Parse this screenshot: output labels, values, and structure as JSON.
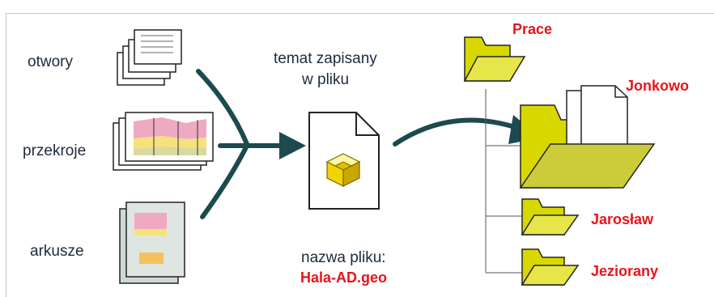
{
  "inputs": {
    "otwory": "otwory",
    "przekroje": "przekroje",
    "arkusze": "arkusze"
  },
  "file": {
    "caption": "temat zapisany\nw pliku",
    "caption_line1": "temat zapisany",
    "caption_line2": "w pliku",
    "name_label": "nazwa pliku:",
    "name_value": "Hala-AD.geo"
  },
  "folders": {
    "root": "Prace",
    "items": [
      "Jonkowo",
      "Jarosław",
      "Jeziorany"
    ]
  },
  "colors": {
    "arrow": "#1c4a4e",
    "folder_fill": "#d8d800",
    "folder_tab": "#e6e64a",
    "label_red": "#e8141b",
    "label_dark": "#1d2a3c"
  }
}
